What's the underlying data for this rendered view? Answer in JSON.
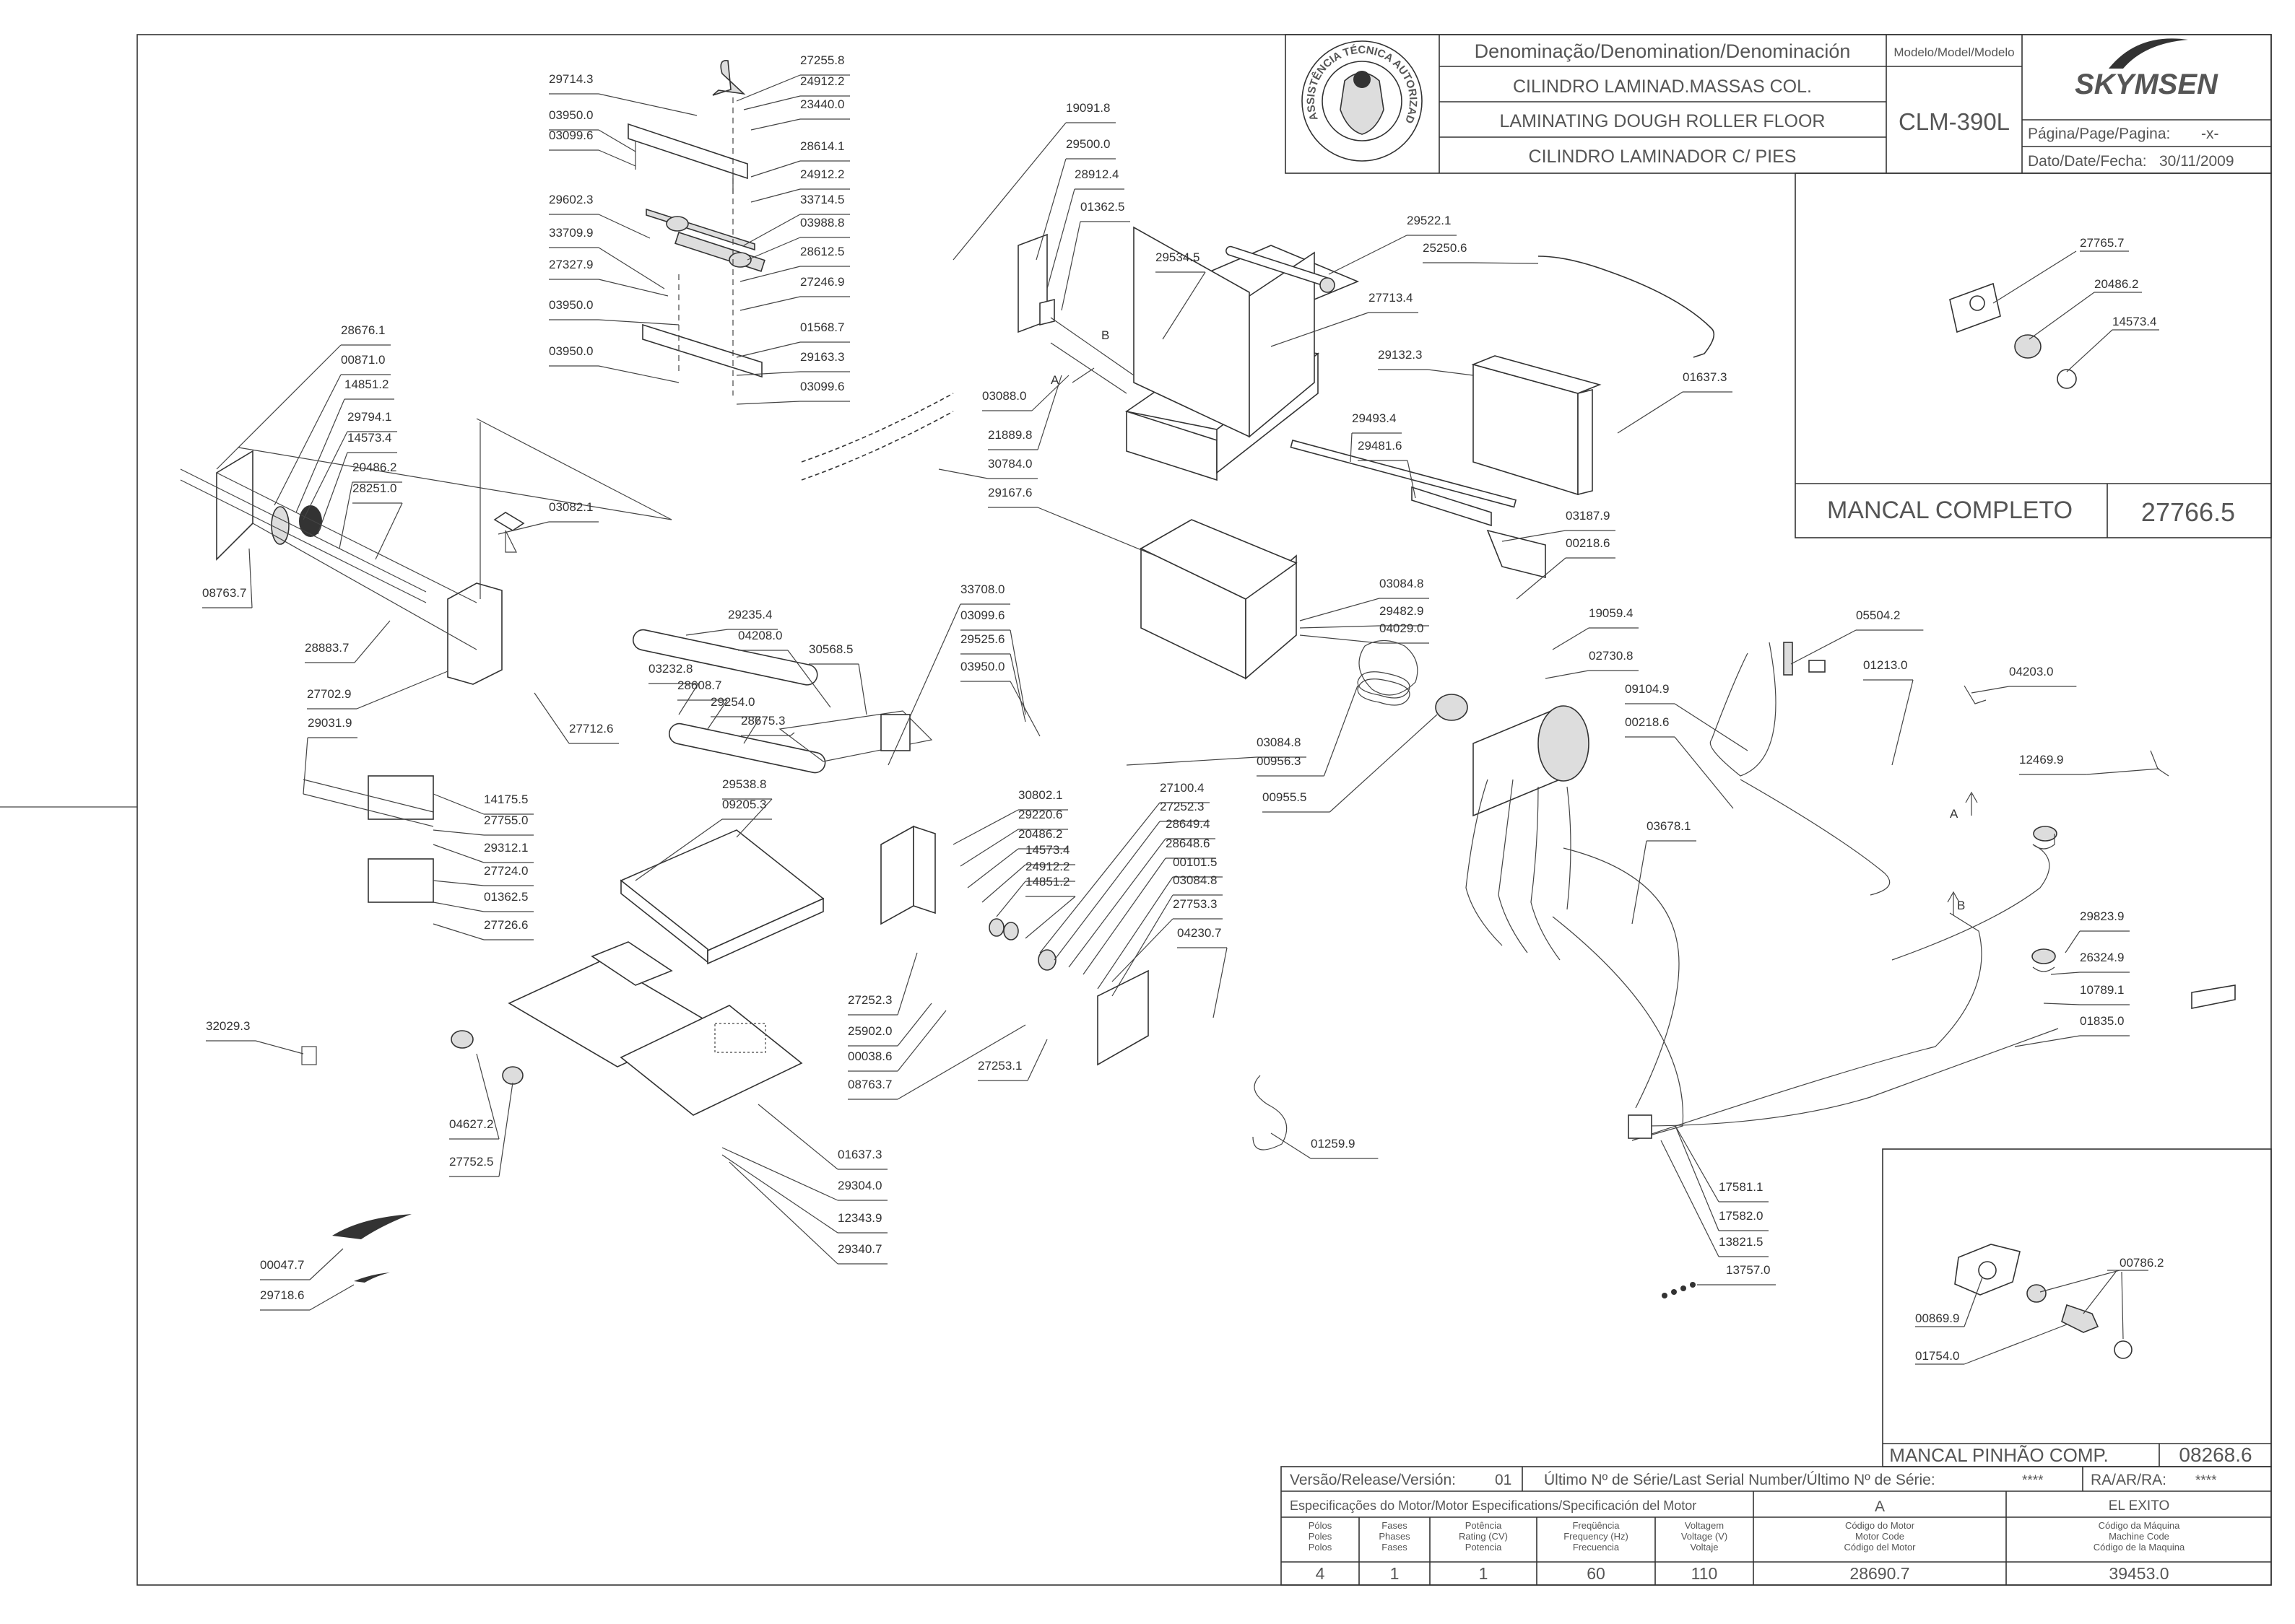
{
  "title_block": {
    "header": "Denominação/Denomination/Denominación",
    "names": [
      "CILINDRO LAMINAD.MASSAS COL.",
      "LAMINATING DOUGH ROLLER FLOOR",
      "CILINDRO LAMINADOR C/ PIES"
    ],
    "model_header": "Modelo/Model/Modelo",
    "model": "CLM-390L",
    "brand": "SKYMSEN",
    "page_label": "Página/Page/Pagina:",
    "page_value": "-x-",
    "date_label": "Dato/Date/Fecha:",
    "date_value": "30/11/2009",
    "seal_text": "ASSISTÊNCIA TÉCNICA AUTORIZADA"
  },
  "insets": [
    {
      "name": "MANCAL COMPLETO",
      "code": "27766.5",
      "parts": [
        "27765.7",
        "20486.2",
        "14573.4"
      ]
    },
    {
      "name": "MANCAL PINHÃO COMP.",
      "code": "08268.6",
      "parts": [
        "00786.2",
        "00869.9",
        "01754.0"
      ]
    }
  ],
  "release": {
    "label": "Versão/Release/Versión:",
    "value": "01",
    "serial_label": "Último Nº de Série/Last Serial Number/Último Nº de Série:",
    "serial_value": "****",
    "ra_label": "RA/AR/RA:",
    "ra_value": "****"
  },
  "motor": {
    "spec_label": "Especificações do Motor/Motor Especifications/Specificación del Motor",
    "column_a": "A",
    "column_b": "EL EXITO",
    "columns": [
      {
        "header": "Pólos\nPoles\nPolos",
        "value": "4"
      },
      {
        "header": "Fases\nPhases\nFases",
        "value": "1"
      },
      {
        "header": "Potência\nRating (CV)\nPotencia",
        "value": "1"
      },
      {
        "header": "Freqüência\nFrequency (Hz)\nFrecuencia",
        "value": "60"
      },
      {
        "header": "Voltagem\nVoltage (V)\nVoltaje",
        "value": "110"
      },
      {
        "header": "Código do Motor\nMotor Code\nCódigo del Motor",
        "value": "28690.7"
      },
      {
        "header": "Código da Máquina\nMachine Code\nCódigo de la Maquina",
        "value": "39453.0"
      }
    ]
  },
  "callouts": [
    "A",
    "B"
  ],
  "part_numbers": [
    "27255.8",
    "29714.3",
    "24912.2",
    "23440.0",
    "03950.0",
    "03099.6",
    "28614.1",
    "24912.2",
    "29602.3",
    "33714.5",
    "03988.8",
    "33709.9",
    "28612.5",
    "27327.9",
    "27246.9",
    "03950.0",
    "01568.7",
    "29163.3",
    "03950.0",
    "03099.6",
    "19091.8",
    "29500.0",
    "28912.4",
    "01362.5",
    "29522.1",
    "25250.6",
    "29534.5",
    "27713.4",
    "29132.3",
    "01637.3",
    "03088.0",
    "21889.8",
    "30784.0",
    "29167.6",
    "29493.4",
    "29481.6",
    "03187.9",
    "00218.6",
    "03084.8",
    "29482.9",
    "04029.0",
    "28676.1",
    "00871.0",
    "14851.2",
    "29794.1",
    "14573.4",
    "20486.2",
    "28251.0",
    "03082.1",
    "08763.7",
    "28883.7",
    "27702.9",
    "27712.6",
    "29235.4",
    "04208.0",
    "30568.5",
    "03232.8",
    "28608.7",
    "29254.0",
    "28675.3",
    "33708.0",
    "03099.6",
    "29525.6",
    "03950.0",
    "03084.8",
    "00956.3",
    "00955.5",
    "19059.4",
    "02730.8",
    "09104.9",
    "00218.6",
    "05504.2",
    "01213.0",
    "04203.0",
    "12469.9",
    "29031.9",
    "14175.5",
    "27755.0",
    "29312.1",
    "27724.0",
    "01362.5",
    "27726.6",
    "29538.8",
    "09205.3",
    "30802.1",
    "29220.6",
    "20486.2",
    "14573.4",
    "24912.2",
    "14851.2",
    "27100.4",
    "27252.3",
    "28649.4",
    "28648.6",
    "00101.5",
    "03084.8",
    "27753.3",
    "04230.7",
    "03678.1",
    "29823.9",
    "26324.9",
    "10789.1",
    "01835.0",
    "32029.3",
    "27252.3",
    "25902.0",
    "00038.6",
    "08763.7",
    "27253.1",
    "04627.2",
    "27752.5",
    "01637.3",
    "29304.0",
    "12343.9",
    "29340.7",
    "01259.9",
    "17581.1",
    "17582.0",
    "13821.5",
    "13757.0",
    "00047.7",
    "29718.6"
  ]
}
